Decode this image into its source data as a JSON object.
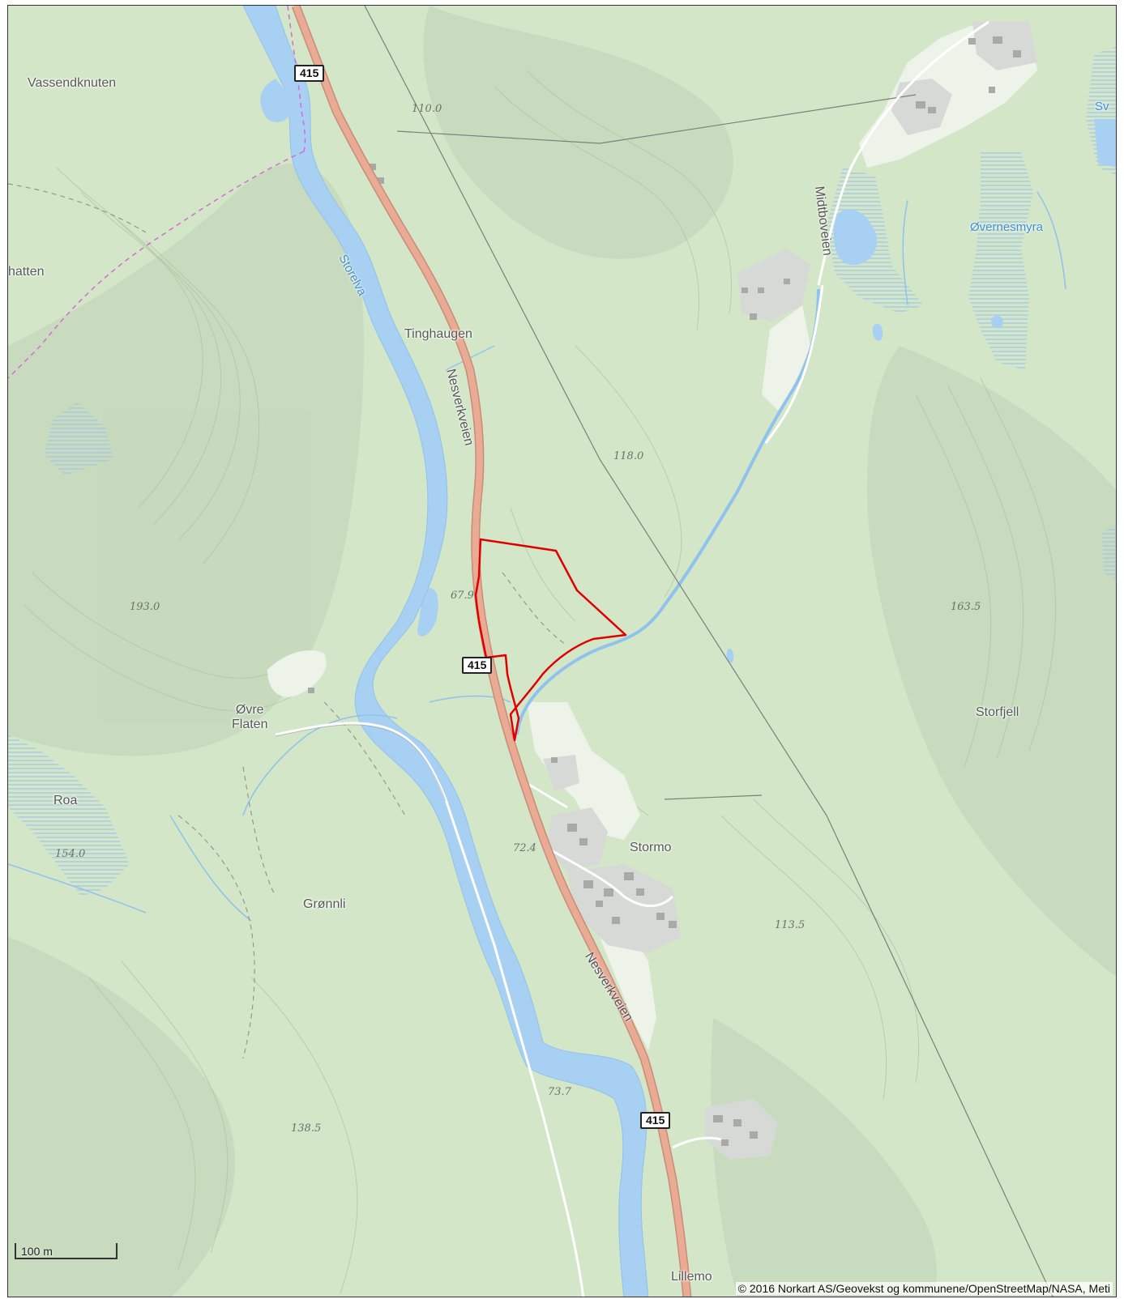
{
  "map": {
    "colors": {
      "land": "#d3e6c8",
      "hill_shade": "#bfd2b6",
      "water": "#a8d0f2",
      "river_stroke": "#8fc2ec",
      "road_fill": "#e8a890",
      "road_casing": "#d08b78",
      "property_boundary": "#e00000",
      "built_area": "#d7d9d7",
      "open_land": "#eef3ea",
      "marsh_line": "#9fc5e8",
      "trail": "#d56ad6"
    },
    "places": {
      "vassendknuten": "Vassendknuten",
      "hatten": "hatten",
      "tinghaugen": "Tinghaugen",
      "ovre_flaten_1": "Øvre",
      "ovre_flaten_2": "Flaten",
      "roa": "Roa",
      "gronnli": "Grønnli",
      "stormo": "Stormo",
      "storfjell": "Storfjell",
      "lillemo": "Lillemo"
    },
    "water_labels": {
      "storelva": "Storelva",
      "overnesmyra": "Øvernesmyra",
      "sv": "Sv"
    },
    "roads": {
      "nesverkveien_1": "Nesverkveien",
      "nesverkveien_2": "Nesverkveien",
      "midtboveien": "Midtboveien",
      "route_shield_1": "415",
      "route_shield_2": "415",
      "route_shield_3": "415"
    },
    "elevations": {
      "e1": "110.0",
      "e2": "118.0",
      "e3": "193.0",
      "e4": "67.9",
      "e5": "163.5",
      "e6": "154.0",
      "e7": "72.4",
      "e8": "113.5",
      "e9": "73.7",
      "e10": "138.5"
    },
    "scale_bar": "100 m",
    "attribution": "© 2016 Norkart AS/Geovekst og kommunene/OpenStreetMap/NASA, Meti"
  }
}
